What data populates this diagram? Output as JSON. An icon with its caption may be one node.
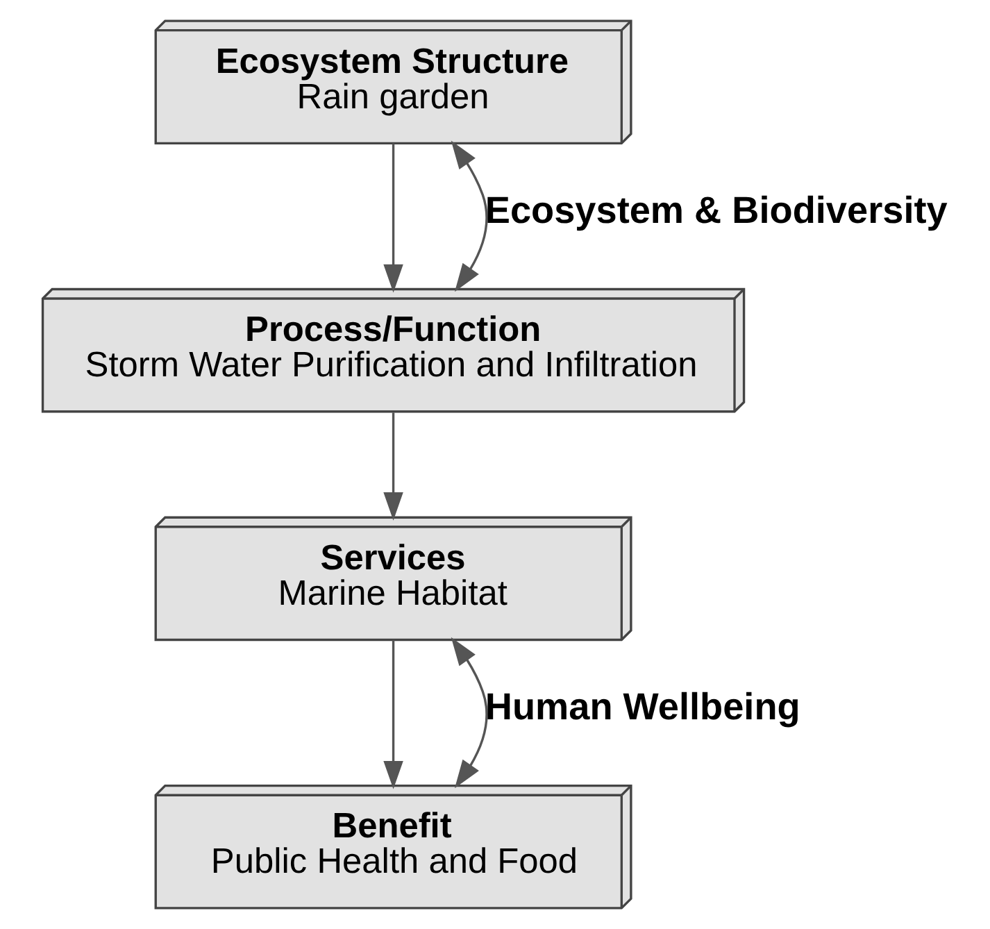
{
  "diagram": {
    "nodes": [
      {
        "text": [
          "Ecosystem Structure",
          "Rain garden"
        ]
      },
      {
        "text": [
          "Process/Function",
          "Storm Water Purification and Infiltration"
        ]
      },
      {
        "text": [
          "Services",
          "Marine Habitat"
        ]
      },
      {
        "text": [
          "Benefit",
          "Public Health and Food"
        ]
      }
    ],
    "edges": [
      {
        "from": 0,
        "to": 1,
        "arrow": "to"
      },
      {
        "from": 1,
        "to": 2,
        "arrow": "to"
      },
      {
        "from": 2,
        "to": 3,
        "arrow": "to"
      },
      {
        "from": 0,
        "to": 1,
        "arrow": "both",
        "label": "Ecosystem & Biodiversity"
      },
      {
        "from": 2,
        "to": 3,
        "arrow": "both",
        "label": "Human Wellbeing"
      }
    ]
  }
}
